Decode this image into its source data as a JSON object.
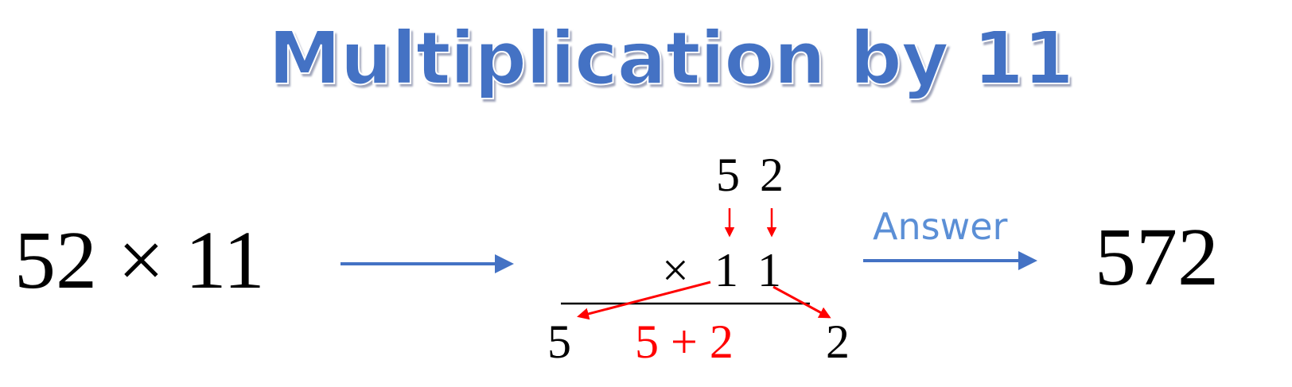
{
  "title": "Multiplication by 11",
  "problem": {
    "expression": "52 × 11",
    "left_operand": "52",
    "operator": "×",
    "right_operand": "11"
  },
  "worked_example": {
    "top_digits": [
      "5",
      "2"
    ],
    "multiplier_sign": "×",
    "multiplier_digits": [
      "1",
      "1"
    ],
    "result_left_digit": "5",
    "result_middle_expression": "5 + 2",
    "result_right_digit": "2"
  },
  "answer": {
    "label": "Answer",
    "value": "572"
  },
  "colors": {
    "title_blue": "#4472C4",
    "arrow_blue": "#4472C4",
    "answer_label_blue": "#5B8FD6",
    "highlight_red": "#FF0000",
    "text_black": "#000000"
  },
  "icons": {
    "main_arrow": "arrow-right-icon",
    "answer_arrow": "arrow-right-icon",
    "digit_arrows": "arrow-down-icon",
    "split_arrows": "arrow-diagonal-icon"
  }
}
